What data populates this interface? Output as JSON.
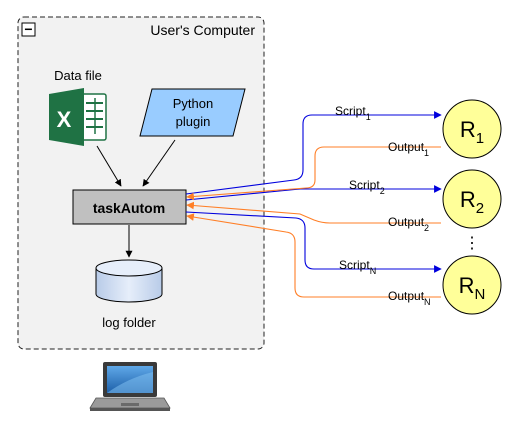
{
  "container": {
    "title": "User's Computer",
    "collapse_symbol": "−"
  },
  "nodes": {
    "data_file": {
      "label": "Data file",
      "icon": "excel-icon"
    },
    "python_plugin": {
      "line1": "Python",
      "line2": "plugin"
    },
    "taskautom": {
      "label": "taskAutom"
    },
    "log_folder": {
      "label": "log folder",
      "icon": "database-cylinder-icon"
    },
    "laptop": {
      "icon": "laptop-icon"
    }
  },
  "remotes": [
    {
      "base": "R",
      "sub": "1"
    },
    {
      "base": "R",
      "sub": "2"
    },
    {
      "base": "R",
      "sub": "N"
    }
  ],
  "edges": {
    "scripts": [
      {
        "base": "Script",
        "sub": "1"
      },
      {
        "base": "Script",
        "sub": "2"
      },
      {
        "base": "Script",
        "sub": "N"
      }
    ],
    "outputs": [
      {
        "base": "Output",
        "sub": "1"
      },
      {
        "base": "Output",
        "sub": "2"
      },
      {
        "base": "Output",
        "sub": "N"
      }
    ]
  },
  "ellipsis": "⋮",
  "colors": {
    "script_arrow": "#0000dd",
    "output_arrow": "#ff7f27",
    "remote_fill": "#ffff99",
    "plugin_fill": "#99ccff",
    "excel_green": "#1f7244",
    "cylinder_fill": "#d4e1f5"
  }
}
